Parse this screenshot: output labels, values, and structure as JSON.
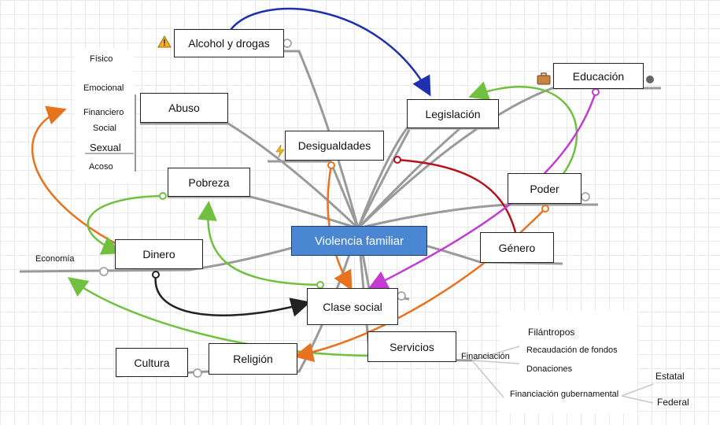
{
  "center": "Violencia familiar",
  "nodes": {
    "alcohol": "Alcohol y drogas",
    "abuso": "Abuso",
    "legislacion": "Legislación",
    "educacion": "Educación",
    "desigualdades": "Desigualdades",
    "pobreza": "Pobreza",
    "poder": "Poder",
    "dinero": "Dinero",
    "genero": "Género",
    "clase_social": "Clase social",
    "servicios": "Servicios",
    "cultura": "Cultura",
    "religion": "Religión"
  },
  "abuse_types": [
    "Físico",
    "Emocional",
    "Financiero",
    "Social",
    "Sexual",
    "Acoso"
  ],
  "economia": "Economía",
  "financiacion": "Financiación",
  "financiacion_items": [
    "Filántropos",
    "Recaudación de fondos",
    "Donaciones",
    "Financiación gubernamental"
  ],
  "gov_levels": [
    "Estatal",
    "Federal"
  ],
  "icons": {
    "alcohol": "warning-icon",
    "educacion": "briefcase-icon",
    "desigualdades": "lightning-icon"
  },
  "colors": {
    "center_fill": "#4a86d1",
    "branch_line": "#9a9a9a",
    "arrow_blue": "#1f2fb0",
    "arrow_green": "#72c040",
    "arrow_orange": "#e8731e",
    "arrow_red": "#b3121a",
    "arrow_magenta": "#c33bd1",
    "arrow_black": "#222222"
  }
}
